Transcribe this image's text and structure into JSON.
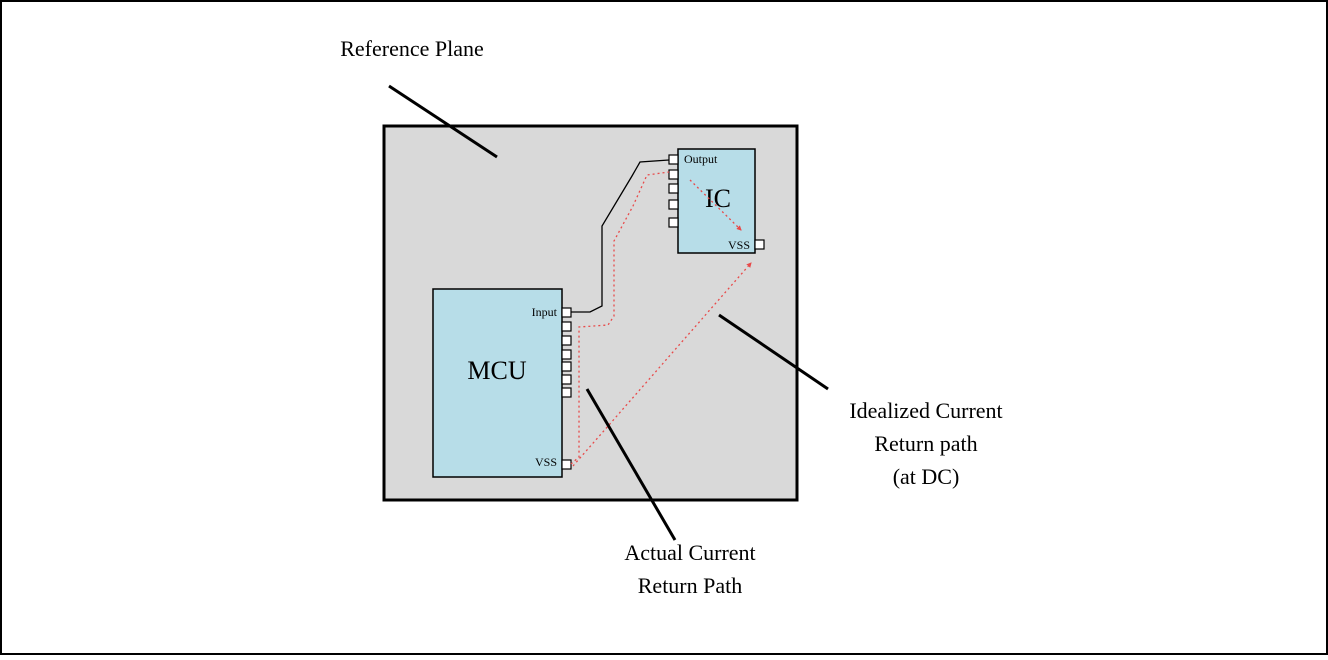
{
  "labels": {
    "reference_plane": "Reference Plane",
    "actual_path_line1": "Actual Current",
    "actual_path_line2": "Return Path",
    "ideal_path_line1": "Idealized Current",
    "ideal_path_line2": "Return path",
    "ideal_path_line3": "(at DC)"
  },
  "mcu": {
    "name": "MCU",
    "input_pin": "Input",
    "vss_pin": "VSS"
  },
  "ic": {
    "name": "IC",
    "output_pin": "Output",
    "vss_pin": "VSS"
  },
  "colors": {
    "plane_fill": "#d9d9d9",
    "chip_fill": "#b7dde8",
    "return_path": "#e84a4a",
    "trace": "#000000"
  }
}
